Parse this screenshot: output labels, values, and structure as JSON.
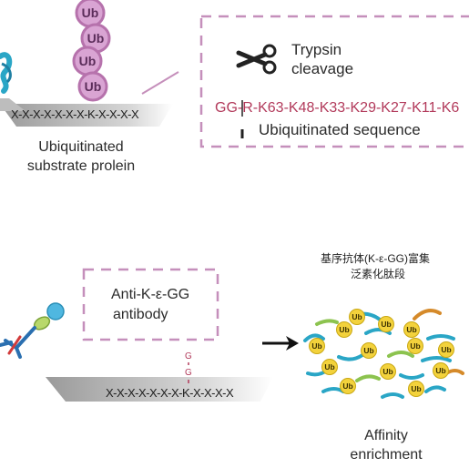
{
  "colors": {
    "dashed_box": "#c58fbb",
    "ub_large": "#d9a4d3",
    "ub_small": "#f3d23c",
    "peptide_red": "#b23a5b",
    "teal": "#2aa6c6",
    "green": "#8cc34f",
    "orange": "#d58a2a"
  },
  "top": {
    "ub_labels": [
      "Ub",
      "Ub",
      "Ub",
      "Ub"
    ],
    "substrate_sequence": "X-X-X-X-X-X-X-K-X-X-X-X",
    "substrate_label_line1": "Ubiquitinated",
    "substrate_label_line2": "substrate prolein",
    "box": {
      "title_line1": "Trypsin",
      "title_line2": "cleavage",
      "sequence": "GG-R-K63-K48-K33-K29-K27-K11-K6",
      "caption": "Ubiquitinated sequence"
    }
  },
  "bottom": {
    "antibody_label_line1": "Anti-K-ε-GG",
    "antibody_label_line2": "antibody",
    "gg_letters": [
      "G",
      "G"
    ],
    "peptide_sequence": "X-X-X-X-X-X-X-K-X-X-X-X",
    "chinese_line1": "基序抗体(K-ε-GG)富集",
    "chinese_line2": "泛素化肽段",
    "ub_small_label": "Ub",
    "enrichment_line1": "Affinity",
    "enrichment_line2": "enrichment"
  }
}
